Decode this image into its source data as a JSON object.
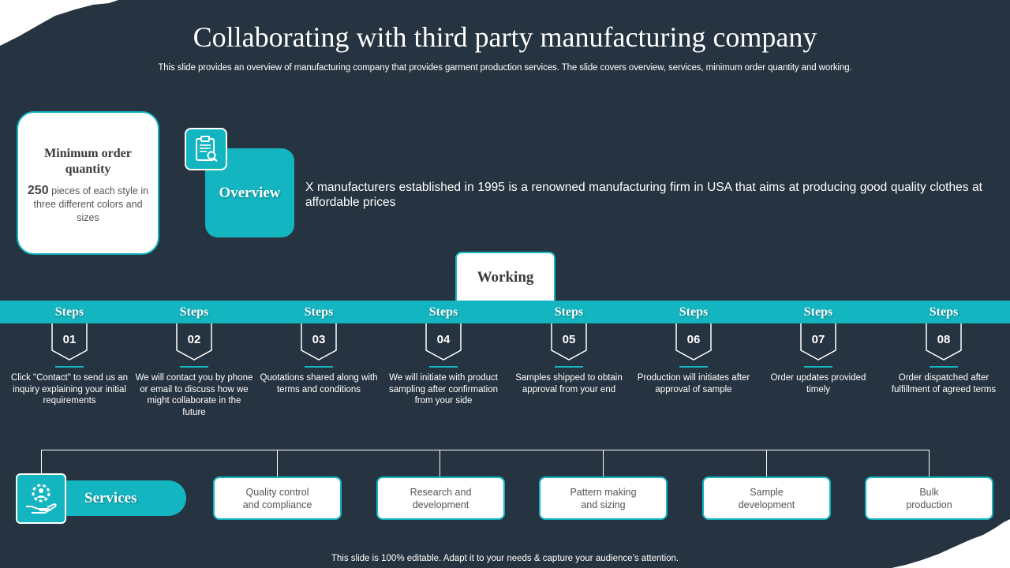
{
  "title": "Collaborating with third party manufacturing company",
  "subtitle": "This slide provides an overview of manufacturing company that provides garment production services. The slide covers overview,  services, minimum order quantity and working.",
  "moq": {
    "title": "Minimum order quantity",
    "number": "250",
    "desc": " pieces of each style in three different colors and sizes"
  },
  "overview": {
    "label": "Overview",
    "text": "X manufacturers  established in 1995 is a renowned manufacturing  firm in USA that aims at producing good quality clothes at affordable prices"
  },
  "working": {
    "label": "Working",
    "steps": [
      {
        "label": "Steps",
        "num": "01",
        "desc": "Click \"Contact\" to send us an inquiry explaining your initial requirements"
      },
      {
        "label": "Steps",
        "num": "02",
        "desc": "We will contact you by phone or email to discuss how we might collaborate in the future"
      },
      {
        "label": "Steps",
        "num": "03",
        "desc": "Quotations shared along with terms and conditions"
      },
      {
        "label": "Steps",
        "num": "04",
        "desc": "We will initiate with product sampling after confirmation from your side"
      },
      {
        "label": "Steps",
        "num": "05",
        "desc": "Samples shipped to obtain approval from your end"
      },
      {
        "label": "Steps",
        "num": "06",
        "desc": "Production will initiates after approval of sample"
      },
      {
        "label": "Steps",
        "num": "07",
        "desc": "Order updates provided timely"
      },
      {
        "label": "Steps",
        "num": "08",
        "desc": "Order dispatched after fulfillment of agreed terms"
      }
    ]
  },
  "services": {
    "label": "Services",
    "items": [
      "Quality control\nand compliance",
      "Research and\ndevelopment",
      "Pattern making\nand sizing",
      "Sample\ndevelopment",
      "Bulk\nproduction"
    ]
  },
  "footer": "This slide is 100% editable. Adapt it to your needs & capture your audience’s attention.",
  "colors": {
    "background": "#263340",
    "accent": "#12b5c0",
    "card": "#ffffff"
  },
  "icons": {
    "overview": "clipboard-search-icon",
    "services": "hand-gear-person-icon"
  }
}
